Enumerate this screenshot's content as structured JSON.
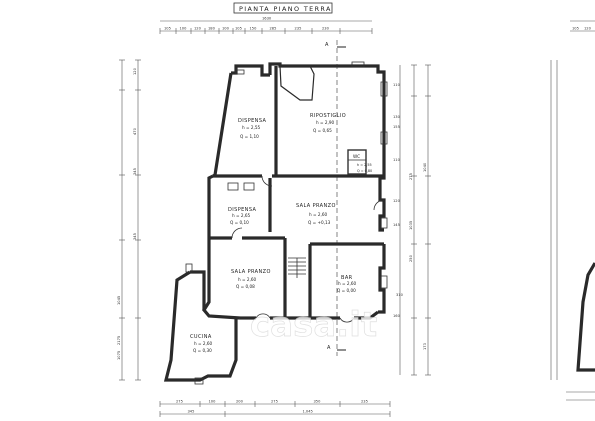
{
  "title": "PIANTA PIANO TERRA",
  "overall_width": "1630",
  "section_marks": [
    "A",
    "A"
  ],
  "top_dims": [
    "105",
    "100",
    "120",
    "180",
    "100",
    "105",
    "150",
    "285",
    "235",
    "230"
  ],
  "top_dims_right": [
    "105",
    "120"
  ],
  "bottom_dims_a": [
    "275",
    "100",
    "200",
    "275",
    "350",
    "235"
  ],
  "bottom_dims_b": [
    "345",
    "1.045"
  ],
  "left_dims": [
    "120",
    "470",
    "345",
    "345",
    "1045",
    "2175",
    "1075"
  ],
  "right_dims": [
    "110",
    "130",
    "155",
    "275",
    "110",
    "120",
    "145",
    "250",
    "310",
    "1040",
    "1035",
    "173",
    "160"
  ],
  "rooms": [
    {
      "id": "dispensa-1",
      "name": "DISPENSA",
      "h": "h = 2,55",
      "q": "Q = 1,10"
    },
    {
      "id": "ripostiglio",
      "name": "RIPOSTIGLIO",
      "h": "h = 2,90",
      "q": "Q = 0,65"
    },
    {
      "id": "wc",
      "name": "WC",
      "h": "h = 2,55",
      "q": "Q = 0,80"
    },
    {
      "id": "dispensa-2",
      "name": "DISPENSA",
      "h": "h = 2,65",
      "q": "Q = 0,10"
    },
    {
      "id": "sala-pranzo-1",
      "name": "SALA  PRANZO",
      "h": "h = 2,60",
      "q": "Q = +0,13"
    },
    {
      "id": "sala-pranzo-2",
      "name": "SALA  PRANZO",
      "h": "h = 2,60",
      "q": "Q = 0,08"
    },
    {
      "id": "bar",
      "name": "BAR",
      "h": "h = 2,60",
      "q": "Q = 0,00"
    },
    {
      "id": "cucina",
      "name": "CUCINA",
      "h": "h = 2,60",
      "q": "Q = 0,30"
    }
  ],
  "watermark": "casa.it"
}
